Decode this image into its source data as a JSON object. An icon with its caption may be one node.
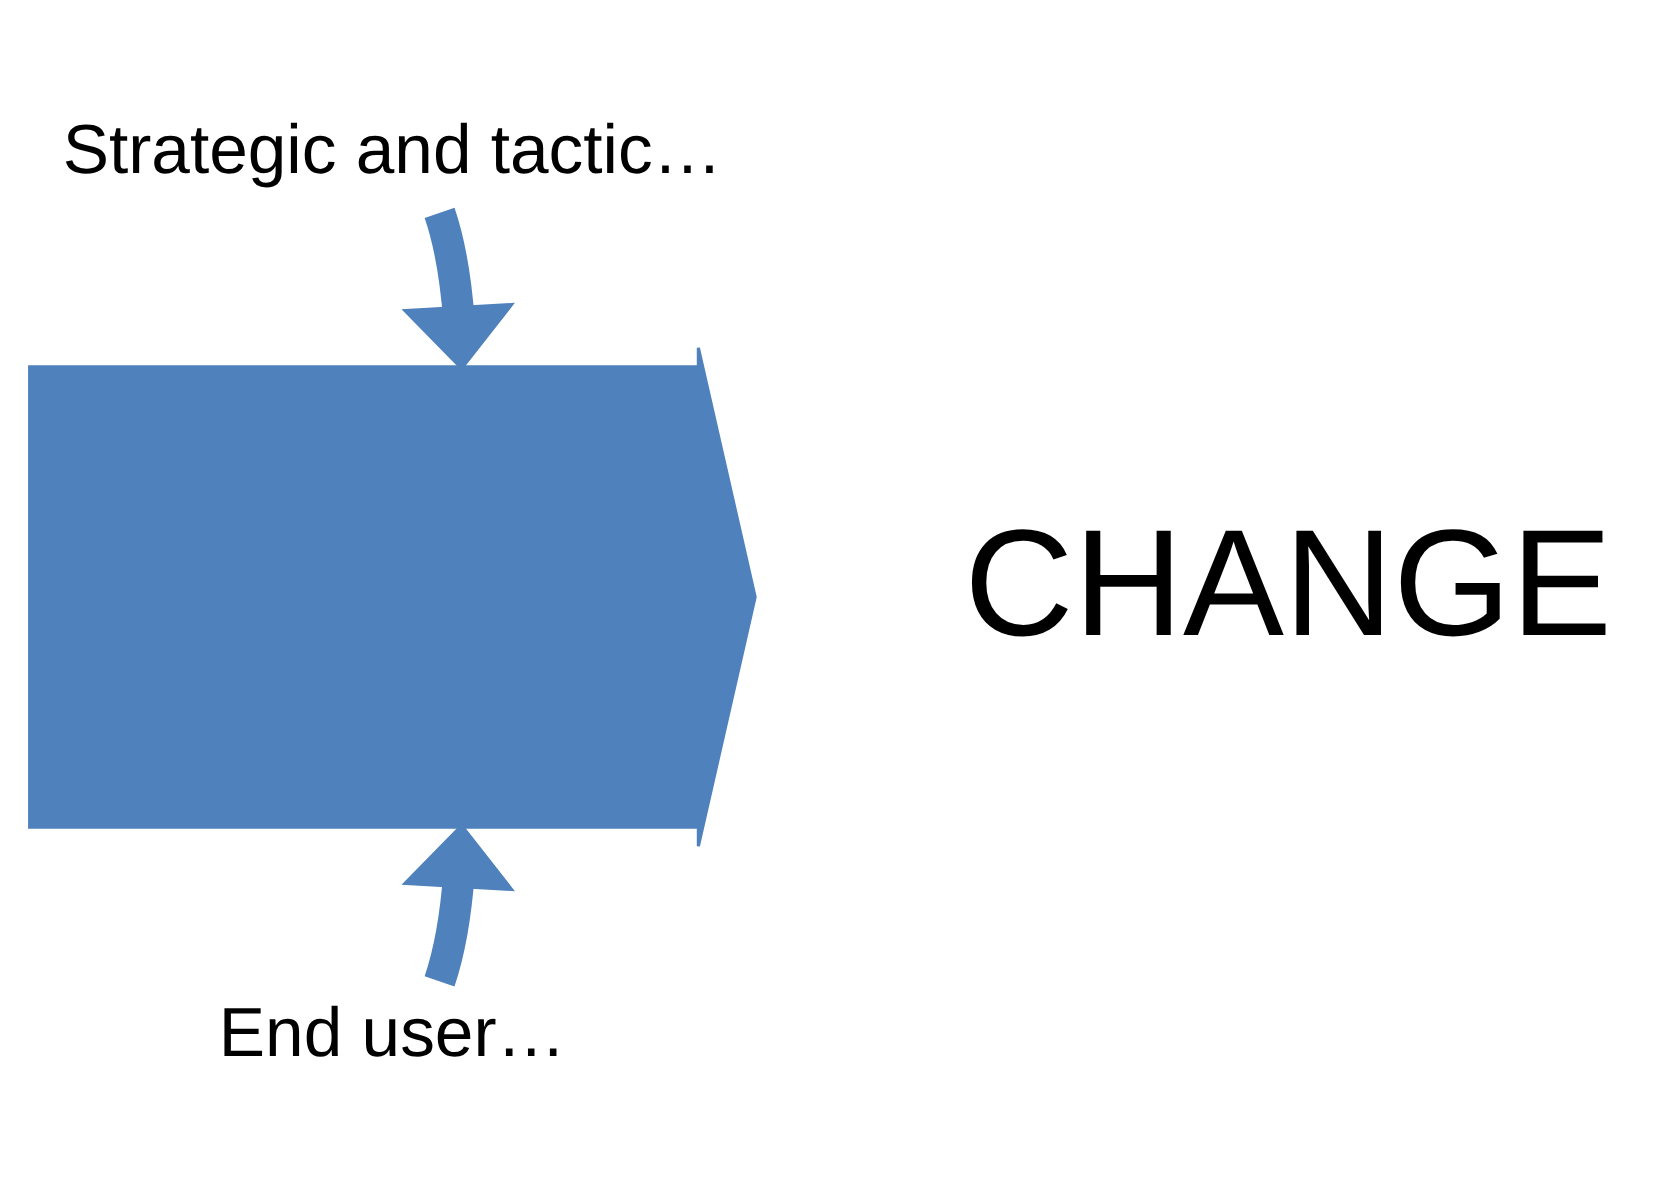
{
  "diagram": {
    "nodes": [
      {
        "text": [
          "Strategic and tactic…"
        ]
      },
      {
        "text": [],
        "shape": "arrow"
      },
      {
        "text": [
          "CHANGE"
        ]
      },
      {
        "text": [
          "End user…"
        ]
      }
    ],
    "edges": [
      {
        "from": 0,
        "to": 1,
        "arrow": "to"
      },
      {
        "from": 3,
        "to": 1,
        "arrow": "to"
      }
    ]
  }
}
